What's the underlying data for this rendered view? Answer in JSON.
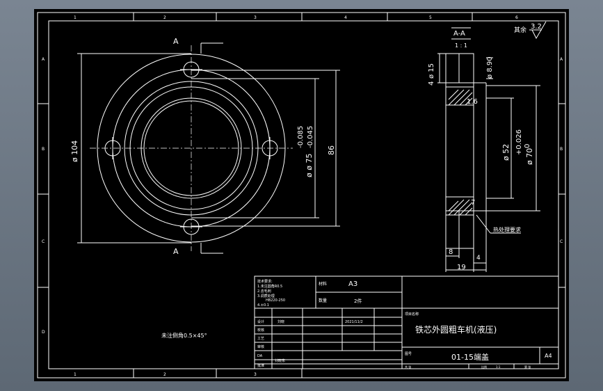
{
  "zone_labels": {
    "top": [
      "1",
      "2",
      "3",
      "4",
      "5",
      "6"
    ],
    "left": [
      "A",
      "B",
      "C",
      "D"
    ]
  },
  "roughness": {
    "label": "其余",
    "value": "3.2"
  },
  "section": {
    "name": "A-A",
    "scale": "1 : 1"
  },
  "section_marks": [
    "A",
    "A"
  ],
  "front_dims": {
    "d104": "ø 104",
    "d75": "ø ø 75",
    "tol_upper": "-0.085",
    "tol_lower": "-0.045",
    "d86": "86"
  },
  "side_dims": {
    "d15": "ø 15",
    "d4": "4",
    "d890": "ø 8.90",
    "r16": "1.6",
    "d52": "ø 52",
    "d70": "ø 70",
    "tol70_upper": "+0.026",
    "tol70_lower": "0",
    "d7": "7",
    "d8": "8",
    "d19": "19",
    "d4b": "4",
    "note": "热处理要求"
  },
  "note_left": "未注倒角0.5×45°",
  "title_block": {
    "tech_notes": [
      "技术要求:",
      "1.未注圆角R0.5",
      "2.去毛刺",
      "3.调质处理",
      "HB220-250",
      "4.±0.1"
    ],
    "material_label": "材料",
    "material_value": "A3",
    "qty_label": "数量",
    "qty_value": "2件",
    "design": "设计",
    "name": "刘晓",
    "date": "2021/11/2",
    "check": "审核",
    "approve": "批准",
    "rows": [
      "校核",
      "工艺",
      "DA"
    ],
    "drawer": "刘晓东",
    "project_label": "项目名称",
    "project": "铁芯外圆粗车机(液压)",
    "figure_label": "图号",
    "drawing_no": "01-15端盖",
    "size": "A4",
    "sheet_label": "共 张",
    "ratio_label": "比例",
    "ratio": "1:1",
    "page_label": "第 张"
  }
}
